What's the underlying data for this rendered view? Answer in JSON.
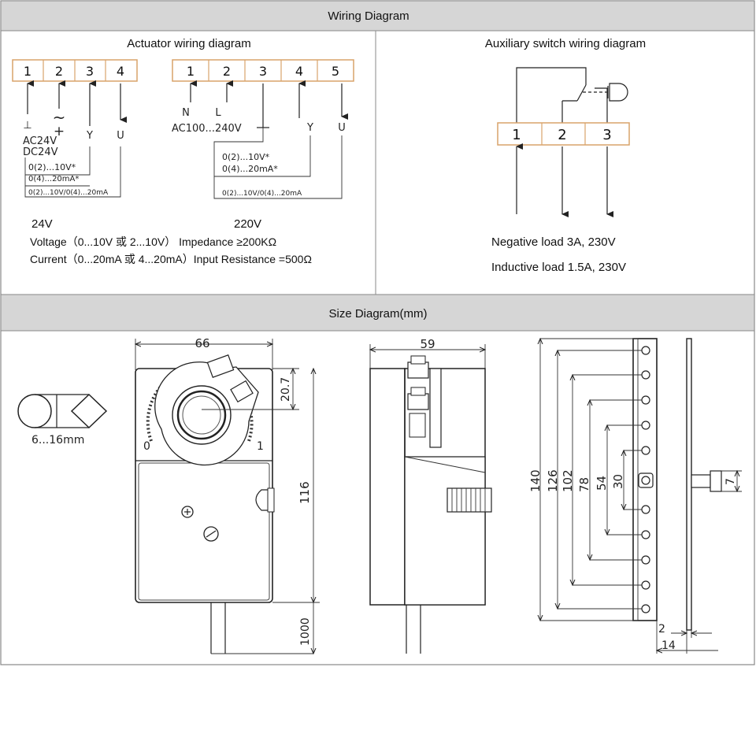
{
  "header_wiring": "Wiring Diagram",
  "header_size": "Size Diagram(mm)",
  "actuator": {
    "title": "Actuator wiring diagram",
    "left_terminals": [
      "1",
      "2",
      "3",
      "4"
    ],
    "right_terminals": [
      "1",
      "2",
      "3",
      "4",
      "5"
    ],
    "left_labels": {
      "ground": "⊥",
      "tilde": "~",
      "plus": "+",
      "y": "Y",
      "u": "U",
      "ac": "AC24V",
      "dc": "DC24V",
      "v_range": "0(2)...10V*",
      "ma_range": "0(4)...20mA*",
      "combo": "0(2)...10V/0(4)...20mA"
    },
    "right_labels": {
      "n": "N",
      "l": "L",
      "ac": "AC100...240V",
      "y": "Y",
      "u": "U",
      "v_range": "0(2)...10V*",
      "ma_range": "0(4)...20mA*",
      "combo": "0(2)...10V/0(4)...20mA"
    },
    "label_24v": "24V",
    "label_220v": "220V",
    "voltage_line": "Voltage（0...10V 或 2...10V） Impedance ≥200KΩ",
    "current_line": "Current（0...20mA 或 4...20mA）Input Resistance =500Ω"
  },
  "aux": {
    "title": "Auxiliary switch wiring diagram",
    "terminals": [
      "1",
      "2",
      "3"
    ],
    "note1": "Negative load 3A, 230V",
    "note2": "Inductive load 1.5A, 230V"
  },
  "size": {
    "shaft_label": "6...16mm",
    "front_width": "66",
    "front_h1": "20.7",
    "front_h2": "116",
    "cable": "1000",
    "scale_zero": "0",
    "scale_one": "1",
    "side_width": "59",
    "bracket_dims": [
      "140",
      "126",
      "102",
      "78",
      "54",
      "30"
    ],
    "bracket_7": "7",
    "bracket_2": "2",
    "bracket_14": "14"
  },
  "colors": {
    "header_bg": "#d6d6d6",
    "terminal_border": "#d9a36a",
    "line": "#222222"
  }
}
